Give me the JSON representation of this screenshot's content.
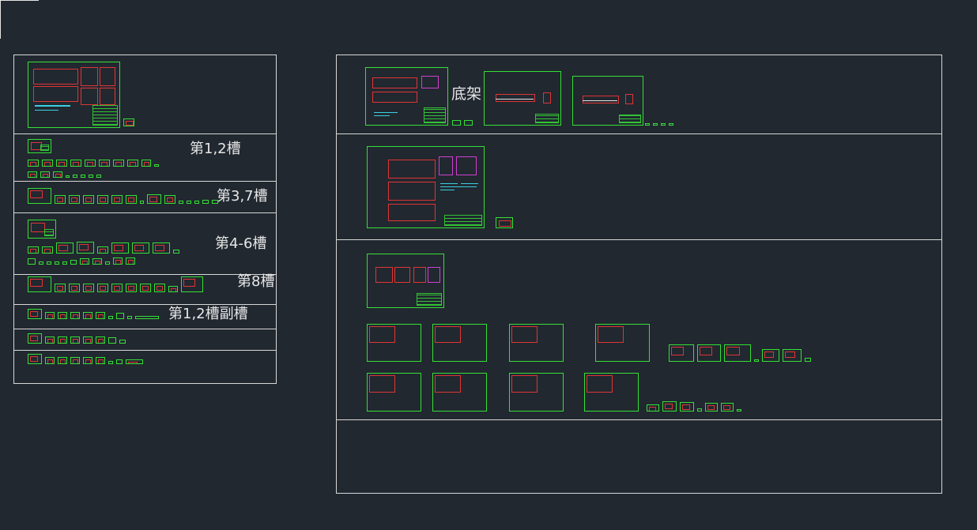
{
  "labels": {
    "dijia": "底架",
    "cao12": "第1,2槽",
    "cao37": "第3,7槽",
    "cao46": "第4-6槽",
    "cao8": "第8槽",
    "cao12fu": "第1,2槽副槽"
  },
  "colors": {
    "background": "#212830",
    "frame": "#d8d8d8",
    "sheet_border": "#35e035",
    "geometry_red": "#e03535",
    "text": "#e6e6e6"
  }
}
